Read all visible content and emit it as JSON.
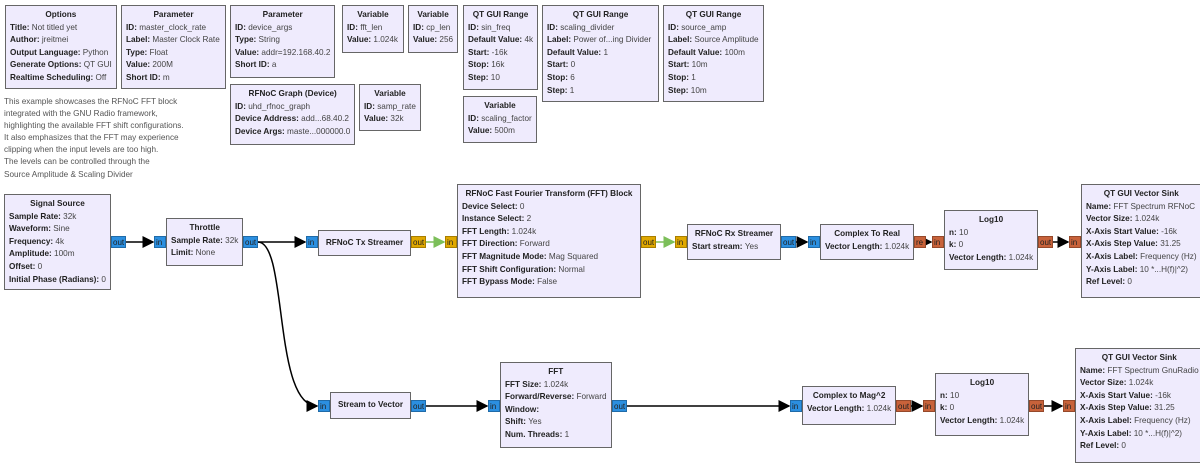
{
  "colors": {
    "block_bg": "#efebfd",
    "complex_port": "#2b8fe0",
    "rfnoc_port": "#e0a800",
    "float_port": "#c8623a",
    "rfnoc_link": "#7cbf5a",
    "link": "#000000"
  },
  "note": [
    "This example showcases the RFNoC FFT block",
    "integrated with the GNU Radio framework,",
    "highlighting the available FFT shift configurations.",
    "It also emphasizes that the FFT may experience",
    "clipping when the input levels are too high.",
    "The levels can be controlled through the",
    "Source Amplitude & Scaling Divider"
  ],
  "blocks": [
    {
      "title": "Options",
      "params": [
        [
          "Title",
          "Not titled yet"
        ],
        [
          "Author",
          "jreitmei"
        ],
        [
          "Output Language",
          "Python"
        ],
        [
          "Generate Options",
          "QT GUI"
        ],
        [
          "Realtime Scheduling",
          "Off"
        ]
      ]
    },
    {
      "title": "Parameter",
      "params": [
        [
          "ID",
          "master_clock_rate"
        ],
        [
          "Label",
          "Master Clock Rate"
        ],
        [
          "Type",
          "Float"
        ],
        [
          "Value",
          "200M"
        ],
        [
          "Short ID",
          "m"
        ]
      ]
    },
    {
      "title": "Parameter",
      "params": [
        [
          "ID",
          "device_args"
        ],
        [
          "Type",
          "String"
        ],
        [
          "Value",
          "addr=192.168.40.2"
        ],
        [
          "Short ID",
          "a"
        ]
      ]
    },
    {
      "title": "Variable",
      "params": [
        [
          "ID",
          "fft_len"
        ],
        [
          "Value",
          "1.024k"
        ]
      ]
    },
    {
      "title": "Variable",
      "params": [
        [
          "ID",
          "cp_len"
        ],
        [
          "Value",
          "256"
        ]
      ]
    },
    {
      "title": "RFNoC Graph (Device)",
      "params": [
        [
          "ID",
          "uhd_rfnoc_graph"
        ],
        [
          "Device Address",
          "add...68.40.2"
        ],
        [
          "Device Args",
          "maste...000000.0"
        ]
      ]
    },
    {
      "title": "Variable",
      "params": [
        [
          "ID",
          "samp_rate"
        ],
        [
          "Value",
          "32k"
        ]
      ]
    },
    {
      "title": "QT GUI Range",
      "params": [
        [
          "ID",
          "sin_freq"
        ],
        [
          "Default Value",
          "4k"
        ],
        [
          "Start",
          "-16k"
        ],
        [
          "Stop",
          "16k"
        ],
        [
          "Step",
          "10"
        ]
      ]
    },
    {
      "title": "QT GUI Range",
      "params": [
        [
          "ID",
          "scaling_divider"
        ],
        [
          "Label",
          "Power of...ing Divider"
        ],
        [
          "Default Value",
          "1"
        ],
        [
          "Start",
          "0"
        ],
        [
          "Stop",
          "6"
        ],
        [
          "Step",
          "1"
        ]
      ]
    },
    {
      "title": "QT GUI Range",
      "params": [
        [
          "ID",
          "source_amp"
        ],
        [
          "Label",
          "Source Amplitude"
        ],
        [
          "Default Value",
          "100m"
        ],
        [
          "Start",
          "10m"
        ],
        [
          "Stop",
          "1"
        ],
        [
          "Step",
          "10m"
        ]
      ]
    },
    {
      "title": "Variable",
      "params": [
        [
          "ID",
          "scaling_factor"
        ],
        [
          "Value",
          "500m"
        ]
      ]
    },
    {
      "title": "Signal Source",
      "params": [
        [
          "Sample Rate",
          "32k"
        ],
        [
          "Waveform",
          "Sine"
        ],
        [
          "Frequency",
          "4k"
        ],
        [
          "Amplitude",
          "100m"
        ],
        [
          "Offset",
          "0"
        ],
        [
          "Initial Phase (Radians)",
          "0"
        ]
      ],
      "ports": [
        {
          "dir": "out",
          "label": "out",
          "type": "complex"
        }
      ]
    },
    {
      "title": "Throttle",
      "params": [
        [
          "Sample Rate",
          "32k"
        ],
        [
          "Limit",
          "None"
        ]
      ],
      "ports": [
        {
          "dir": "in",
          "label": "in",
          "type": "complex"
        },
        {
          "dir": "out",
          "label": "out",
          "type": "complex"
        }
      ]
    },
    {
      "title": "RFNoC Tx Streamer",
      "params": [],
      "ports": [
        {
          "dir": "in",
          "label": "in",
          "type": "complex"
        },
        {
          "dir": "out",
          "label": "out",
          "type": "rfnoc"
        }
      ]
    },
    {
      "title": "RFNoC Fast Fourier Transform (FFT) Block",
      "params": [
        [
          "Device Select",
          "0"
        ],
        [
          "Instance Select",
          "2"
        ],
        [
          "FFT Length",
          "1.024k"
        ],
        [
          "FFT Direction",
          "Forward"
        ],
        [
          "FFT Magnitude Mode",
          "Mag Squared"
        ],
        [
          "FFT Shift Configuration",
          "Normal"
        ],
        [
          "FFT Bypass Mode",
          "False"
        ]
      ],
      "ports": [
        {
          "dir": "in",
          "label": "in",
          "type": "rfnoc"
        },
        {
          "dir": "out",
          "label": "out",
          "type": "rfnoc"
        }
      ]
    },
    {
      "title": "RFNoC Rx Streamer",
      "params": [
        [
          "Start stream",
          "Yes"
        ]
      ],
      "ports": [
        {
          "dir": "in",
          "label": "in",
          "type": "rfnoc"
        },
        {
          "dir": "out",
          "label": "out",
          "type": "complex"
        }
      ]
    },
    {
      "title": "Complex To Real",
      "params": [
        [
          "Vector Length",
          "1.024k"
        ]
      ],
      "ports": [
        {
          "dir": "in",
          "label": "in",
          "type": "complex"
        },
        {
          "dir": "out",
          "label": "re",
          "type": "float"
        }
      ]
    },
    {
      "title": "Log10",
      "params": [
        [
          "n",
          "10"
        ],
        [
          "k",
          "0"
        ],
        [
          "Vector Length",
          "1.024k"
        ]
      ],
      "ports": [
        {
          "dir": "in",
          "label": "in",
          "type": "float"
        },
        {
          "dir": "out",
          "label": "out",
          "type": "float"
        }
      ]
    },
    {
      "title": "QT GUI Vector Sink",
      "params": [
        [
          "Name",
          "FFT Spectrum RFNoC"
        ],
        [
          "Vector Size",
          "1.024k"
        ],
        [
          "X-Axis Start Value",
          "-16k"
        ],
        [
          "X-Axis Step Value",
          "31.25"
        ],
        [
          "X-Axis Label",
          "Frequency (Hz)"
        ],
        [
          "Y-Axis Label",
          "10 *...H(f)|^2)"
        ],
        [
          "Ref Level",
          "0"
        ]
      ],
      "ports": [
        {
          "dir": "in",
          "label": "in",
          "type": "float"
        }
      ]
    },
    {
      "title": "Stream to Vector",
      "params": [],
      "ports": [
        {
          "dir": "in",
          "label": "in",
          "type": "complex"
        },
        {
          "dir": "out",
          "label": "out",
          "type": "complex"
        }
      ]
    },
    {
      "title": "FFT",
      "params": [
        [
          "FFT Size",
          "1.024k"
        ],
        [
          "Forward/Reverse",
          "Forward"
        ],
        [
          "Window",
          ""
        ],
        [
          "Shift",
          "Yes"
        ],
        [
          "Num. Threads",
          "1"
        ]
      ],
      "ports": [
        {
          "dir": "in",
          "label": "in",
          "type": "complex"
        },
        {
          "dir": "out",
          "label": "out",
          "type": "complex"
        }
      ]
    },
    {
      "title": "Complex to Mag^2",
      "params": [
        [
          "Vector Length",
          "1.024k"
        ]
      ],
      "ports": [
        {
          "dir": "in",
          "label": "in",
          "type": "complex"
        },
        {
          "dir": "out",
          "label": "out",
          "type": "float"
        }
      ]
    },
    {
      "title": "Log10",
      "params": [
        [
          "n",
          "10"
        ],
        [
          "k",
          "0"
        ],
        [
          "Vector Length",
          "1.024k"
        ]
      ],
      "ports": [
        {
          "dir": "in",
          "label": "in",
          "type": "float"
        },
        {
          "dir": "out",
          "label": "out",
          "type": "float"
        }
      ]
    },
    {
      "title": "QT GUI Vector Sink",
      "params": [
        [
          "Name",
          "FFT Spectrum GnuRadio"
        ],
        [
          "Vector Size",
          "1.024k"
        ],
        [
          "X-Axis Start Value",
          "-16k"
        ],
        [
          "X-Axis Step Value",
          "31.25"
        ],
        [
          "X-Axis Label",
          "Frequency (Hz)"
        ],
        [
          "Y-Axis Label",
          "10 *...H(f)|^2)"
        ],
        [
          "Ref Level",
          "0"
        ]
      ],
      "ports": [
        {
          "dir": "in",
          "label": "in",
          "type": "float"
        }
      ]
    }
  ]
}
